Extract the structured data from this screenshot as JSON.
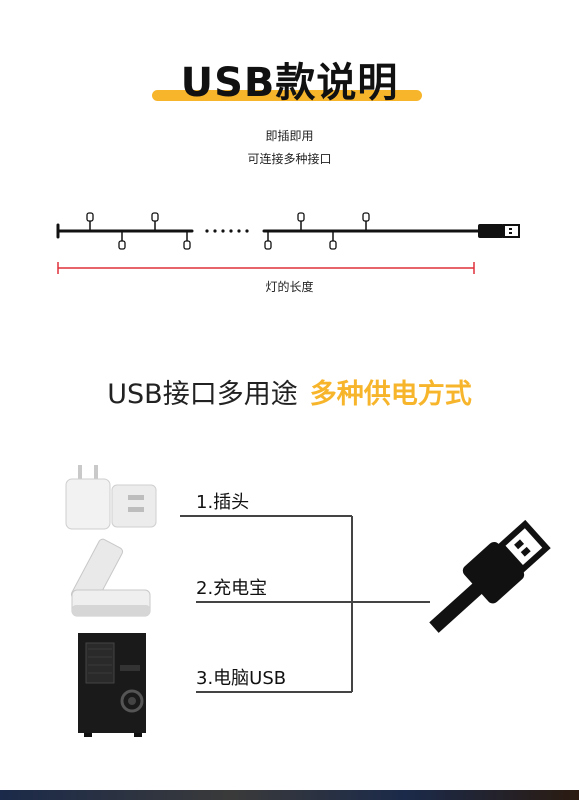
{
  "header": {
    "title": "USB款说明"
  },
  "intro": {
    "line1": "即插即用",
    "line2": "可连接多种接口"
  },
  "strand": {
    "length_label": "灯的长度"
  },
  "section2": {
    "heading_main": "USB接口多用途",
    "heading_highlight": "多种供电方式"
  },
  "options": [
    {
      "label": "1.插头",
      "icon": "wall-plug-adapter"
    },
    {
      "label": "2.充电宝",
      "icon": "power-bank"
    },
    {
      "label": "3.电脑USB",
      "icon": "desktop-pc-tower"
    }
  ],
  "colors": {
    "accent": "#f7b52c",
    "measure": "#e0303a",
    "wire": "#111111"
  }
}
